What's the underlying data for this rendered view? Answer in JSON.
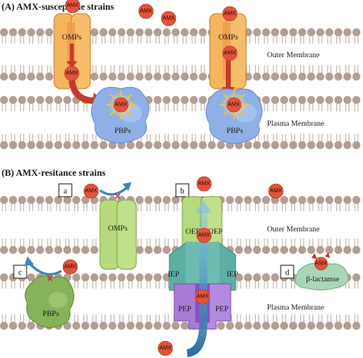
{
  "panel_a": {
    "title": "(A) AMX-susceptible strains",
    "outer_membrane": "Outer Membrane",
    "plasma_membrane": "Plasma Membrane",
    "omps": "OMPs",
    "pbps": "PBPs",
    "amx": "AMX"
  },
  "panel_b": {
    "title": "(B) AMX-resitance strains",
    "outer_membrane": "Outer Membrane",
    "plasma_membrane": "Plasma Membrane",
    "box_a": "a",
    "box_b": "b",
    "box_c": "c",
    "box_d": "d",
    "omps": "OMPs",
    "oep": "OEP",
    "iep": "IEP",
    "pep": "PEP",
    "pbps": "PBPs",
    "beta_lactamase": "β-lactamse",
    "amx": "AMX"
  },
  "colors": {
    "lipid_head": "#b29e93",
    "lipid_tail": "#c9bcb3",
    "amx": "#e2533a",
    "omp_orange": "#f6b45c",
    "pbp_blue": "#8fb0e6",
    "omp_green": "#b6da7c",
    "iep_teal": "#5dafa4",
    "pep_purple": "#a77bd6",
    "pbp_green": "#86b25a",
    "lactamase": "#a9d6b7",
    "red_arrow": "#c8392b",
    "blue_arrow": "#3f83b8"
  }
}
